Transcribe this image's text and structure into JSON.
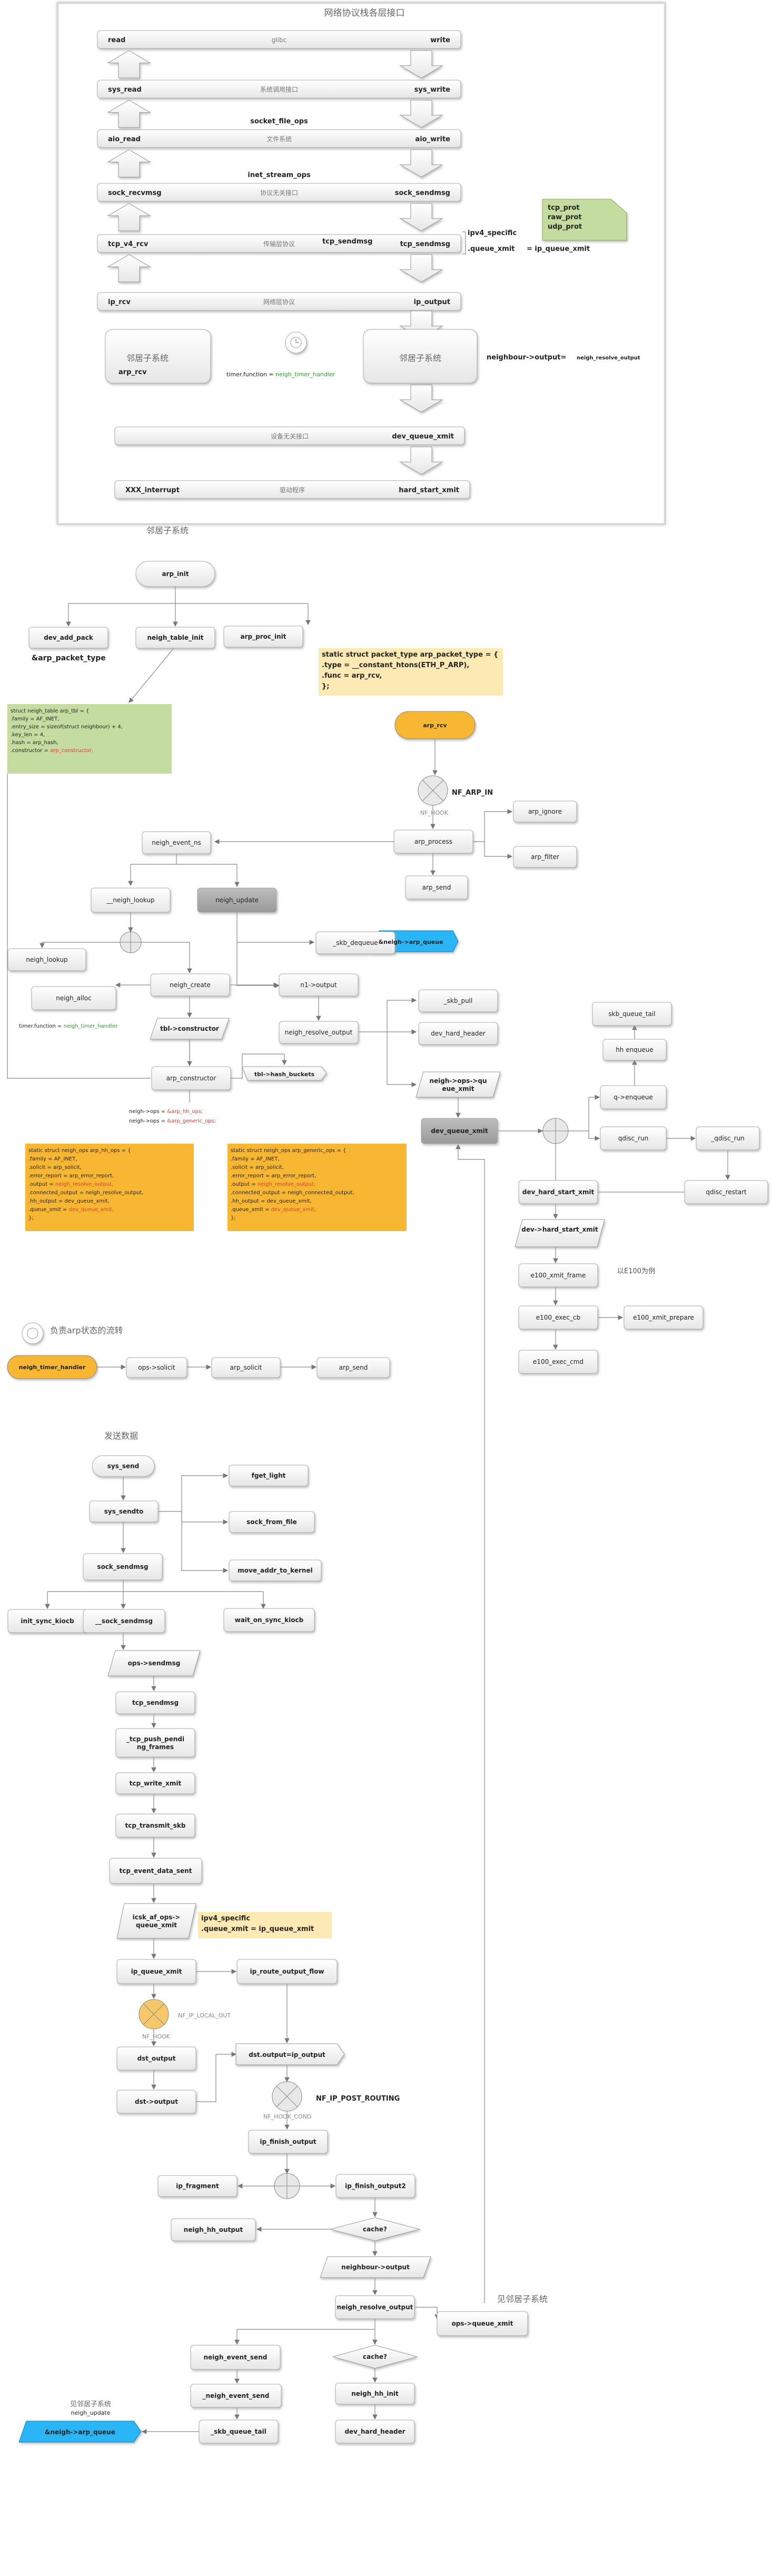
{
  "stack_title": "网络协议栈各层接口",
  "layers": [
    {
      "left": "read",
      "center": "glibc",
      "right": "write"
    },
    {
      "left": "sys_read",
      "center": "系统调用接口",
      "right": "sys_write"
    },
    {
      "above": "socket_file_ops",
      "left": "aio_read",
      "center": "文件系统",
      "right": "aio_write"
    },
    {
      "above": "inet_stream_ops",
      "left": "sock_recvmsg",
      "center": "协议无关接口",
      "right": "sock_sendmsg"
    },
    {
      "left": "tcp_v4_rcv",
      "center": "传输层协议",
      "right": "tcp_sendmsg"
    },
    {
      "left": "ip_rcv",
      "center": "网络层协议",
      "right": "ip_output"
    },
    {
      "center": "设备无关接口",
      "right": "dev_queue_xmit"
    },
    {
      "left": "XXX_interrupt",
      "center": "驱动程序",
      "right": "hard_start_xmit"
    }
  ],
  "tcp_right_label": "tcp_sendmsg",
  "ipv4_specific": "ipv4_specific",
  "queue_xmit": ".queue_xmit",
  "ip_queue_xmit": "= ip_queue_xmit",
  "prot_note": [
    "tcp_prot",
    "raw_prot",
    "udp_prot"
  ],
  "neigh_box_left": "邻居子系统",
  "neigh_box_left_sub": "arp_rcv",
  "neigh_box_right": "邻居子系统",
  "timer_text": "timer.function = ",
  "timer_fn": "neigh_timer_handler",
  "neighbour_output": "neighbour->output=",
  "neigh_resolve_output": "neigh_resolve_output",
  "sec2_title": "邻居子系统",
  "arp_init": "arp_init",
  "dev_add_pack": "dev_add_pack",
  "arp_packet_type": "&arp_packet_type",
  "neigh_table_init": "neigh_table_init",
  "arp_proc_init": "arp_proc_init",
  "packet_type_note": [
    "static struct packet_type arp_packet_type = {",
    ".type =     __constant_htons(ETH_P_ARP),",
    ".func =     arp_rcv,",
    "};"
  ],
  "arp_tbl_note": [
    "struct neigh_table arp_tbl = {",
    ".family =     AF_INET,",
    ".entry_size =     sizeof(struct neighbour) + 4,",
    ".key_len =     4,",
    ".hash =     arp_hash,",
    ".constructor =     arp_constructor,"
  ],
  "arp_rcv": "arp_rcv",
  "nf_arp_in": "NF_ARP_IN",
  "nf_hook": "NF_HOOK",
  "arp_process": "arp_process",
  "arp_ignore": "arp_ignore",
  "arp_filter": "arp_filter",
  "arp_send": "arp_send",
  "arp_queue": "&neigh->arp_queue",
  "neigh_event_ns": "neigh_event_ns",
  "__neigh_lookup": "__neigh_lookup",
  "neigh_update": "neigh_update",
  "neigh_lookup": "neigh_lookup",
  "skb_dequeue": "_skb_dequeue",
  "neigh_create": "neigh_create",
  "n1_output": "n1->output",
  "neigh_alloc": "neigh_alloc",
  "tbl_constructor": "tbl->constructor",
  "neigh_resolve_output2": "neigh_resolve_output",
  "skb_pull": "_skb_pull",
  "dev_hard_header": "dev_hard_header",
  "arp_constructor": "arp_constructor",
  "tbl_hash_buckets": "tbl->hash_buckets",
  "queue_xmit2": "neigh->ops->qu eue_xmit",
  "dev_queue_xmit2": "dev_queue_xmit",
  "neigh_ops_lines": [
    "neigh->ops = &arp_hh_ops;",
    "neigh->ops = &arp_generic_ops;"
  ],
  "hh_ops_note": [
    "static struct neigh_ops arp_hh_ops = {",
    ".family =      AF_INET,",
    ".solicit =      arp_solicit,",
    ".error_report =      arp_error_report,",
    ".output =      neigh_resolve_output,",
    ".connected_output =  neigh_resolve_output,",
    ".hh_output =      dev_queue_xmit,",
    ".queue_xmit =      dev_queue_xmit,",
    "};"
  ],
  "generic_ops_note": [
    "static struct neigh_ops arp_generic_ops = {",
    ".family =      AF_INET,",
    ".solicit =      arp_solicit,",
    ".error_report =      arp_error_report,",
    ".output =      neigh_resolve_output,",
    ".connected_output =  neigh_connected_output,",
    ".hh_output =      dev_queue_xmit,",
    ".queue_xmit =      dev_queue_xmit,",
    "};"
  ],
  "arp_state_title": "负责arp状态的流转",
  "neigh_timer_handler": "neigh_timer_handler",
  "ops_solicit": "ops->solicit",
  "arp_solicit": "arp_solicit",
  "arp_send2": "arp_send",
  "skb_queue_tail": "skb_queue_tail",
  "hh_enqueue": "hh enqueue",
  "q_enqueue": "q->enqueue",
  "qdisc_run": "qdisc_run",
  "qdisc_run2": "_qdisc_run",
  "qdisc_restart": "qdisc_restart",
  "dev_hard_start_xmit": "dev_hard_start_xmit",
  "dev_hard_start_xmit2": "dev->hard_start_xmit",
  "e100_label": "以E100为例",
  "e100_xmit_frame": "e100_xmit_frame",
  "e100_exec_cb": "e100_exec_cb",
  "e100_xmit_prepare": "e100_xmit_prepare",
  "e100_exec_cmd": "e100_exec_cmd",
  "sec3_title": "发送数据",
  "sys_send": "sys_send",
  "sys_sendto": "sys_sendto",
  "fget_light": "fget_light",
  "sock_from_file": "sock_from_file",
  "move_addr_to_kernel": "move_addr_to_kernel",
  "sock_sendmsg": "sock_sendmsg",
  "init_sync_kiocb": "init_sync_kiocb",
  "__sock_sendmsg": "__sock_sendmsg",
  "wait_on_sync_kiocb": "wait_on_sync_kiocb",
  "ops_sendmsg": "ops->sendmsg",
  "tcp_sendmsg2": "tcp_sendmsg",
  "tcp_push": "_tcp_push_pendi ng_frames",
  "tcp_write_xmit": "tcp_write_xmit",
  "tcp_transmit_skb": "tcp_transmit_skb",
  "tcp_event_data_sent": "tcp_event_data_sent",
  "icsk_queue_xmit": "icsk_af_ops-> queue_xmit",
  "ipv4_note": [
    "ipv4_specific",
    ".queue_xmit    = ip_queue_xmit"
  ],
  "ip_queue_xmit2": "ip_queue_xmit",
  "ip_route_output_flow": "ip_route_output_flow",
  "nf_ip_local_out": "NF_IP_LOCAL_OUT",
  "dst_output": "dst_output",
  "dst_output_ip": "dst.output=ip_output",
  "dst_to_output": "dst->output",
  "nf_hook_cond": "NF_HOOK_COND",
  "nf_ip_post_routing": "NF_IP_POST_ROUTING",
  "ip_finish_output": "ip_finish_output",
  "ip_fragment": "ip_fragment",
  "ip_finish_output2": "ip_finish_output2",
  "neigh_hh_output": "neigh_hh_output",
  "cache_q": "cache?",
  "neighbour_output2": "neighbour->output",
  "neigh_resolve_output3": "neigh_resolve_output",
  "ops_queue_xmit": "ops->queue_xmit",
  "neigh_subsys_label": "见邻居子系统",
  "neigh_event_send": "neigh_event_send",
  "neigh_event_send2": "_neigh_event_send",
  "skb_queue_tail2": "_skb_queue_tail",
  "neigh_hh_init": "neigh_hh_init",
  "dev_hard_header2": "dev_hard_header",
  "bottom_label1": "见邻居子系统",
  "bottom_label2": "neigh_update",
  "arp_queue2": "&neigh->arp_queue",
  "colors": {
    "green": "#c5dca0",
    "yellow": "#fde9b4",
    "orange": "#f7b733",
    "blue": "#29b6f6",
    "red": "#e53935",
    "fn_green": "#2e9e2e"
  }
}
